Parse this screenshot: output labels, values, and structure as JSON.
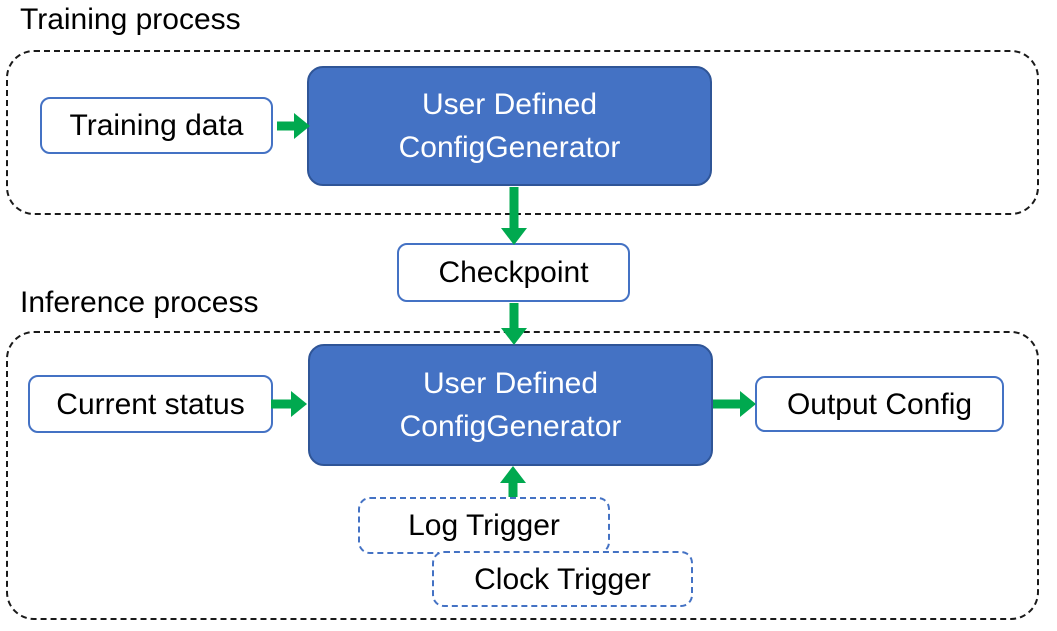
{
  "sections": {
    "training": {
      "label": "Training process"
    },
    "inference": {
      "label": "Inference process"
    }
  },
  "nodes": {
    "training_data": "Training data",
    "training_generator": "User Defined\nConfigGenerator",
    "checkpoint": "Checkpoint",
    "current_status": "Current status",
    "inference_generator": "User Defined\nConfigGenerator",
    "output_config": "Output Config",
    "log_trigger": "Log Trigger",
    "clock_trigger": "Clock Trigger"
  },
  "flows": [
    {
      "from": "Training data",
      "to": "User Defined ConfigGenerator (training)"
    },
    {
      "from": "User Defined ConfigGenerator (training)",
      "to": "Checkpoint"
    },
    {
      "from": "Checkpoint",
      "to": "User Defined ConfigGenerator (inference)"
    },
    {
      "from": "Current status",
      "to": "User Defined ConfigGenerator (inference)"
    },
    {
      "from": "User Defined ConfigGenerator (inference)",
      "to": "Output Config"
    },
    {
      "from": "Log Trigger / Clock Trigger",
      "to": "User Defined ConfigGenerator (inference)"
    }
  ],
  "colors": {
    "generator_fill": "#4472C4",
    "generator_border": "#2F5597",
    "generator_text": "#FFFFFF",
    "io_border": "#4472C4",
    "trigger_border": "#4472C4",
    "arrow": "#00A94F",
    "container_border": "#1A1A1A",
    "text": "#000000",
    "background": "#FFFFFF"
  }
}
